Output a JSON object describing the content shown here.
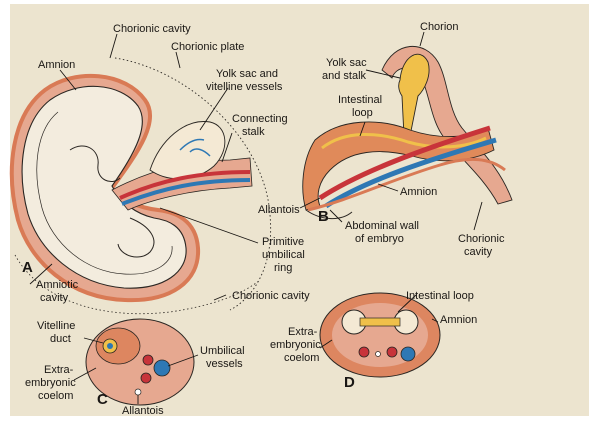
{
  "colors": {
    "page": "#ece4cf",
    "tissue_pink": "#e6a890",
    "tissue_orange": "#dd8660",
    "yolk_yellow": "#f0c04a",
    "artery_red": "#c8343a",
    "vein_blue": "#2e78b4",
    "ink": "#1a1714"
  },
  "panels": {
    "a": "A",
    "b": "B",
    "c": "C",
    "d": "D"
  },
  "labels": {
    "chorionic_cavity_top": "Chorionic cavity",
    "chorionic_plate": "Chorionic plate",
    "amnion_a": "Amnion",
    "yolk_sac_vitelline_1": "Yolk sac and",
    "yolk_sac_vitelline_2": "vitelline vessels",
    "connecting_stalk_1": "Connecting",
    "connecting_stalk_2": "stalk",
    "primitive_ring_1": "Primitive",
    "primitive_ring_2": "umbilical",
    "primitive_ring_3": "ring",
    "amniotic_cavity_1": "Amniotic",
    "amniotic_cavity_2": "cavity",
    "chorionic_cavity_bottom": "Chorionic cavity",
    "chorion": "Chorion",
    "yolk_sac_stalk_1": "Yolk sac",
    "yolk_sac_stalk_2": "and stalk",
    "intestinal_loop_b_1": "Intestinal",
    "intestinal_loop_b_2": "loop",
    "amnion_b": "Amnion",
    "allantois_b": "Allantois",
    "abdominal_wall_1": "Abdominal wall",
    "abdominal_wall_2": "of embryo",
    "chorionic_cavity_b_1": "Chorionic",
    "chorionic_cavity_b_2": "cavity",
    "vitelline_duct_1": "Vitelline",
    "vitelline_duct_2": "duct",
    "umbilical_vessels_1": "Umbilical",
    "umbilical_vessels_2": "vessels",
    "extra_embryonic_c_1": "Extra-",
    "extra_embryonic_c_2": "embryonic",
    "extra_embryonic_c_3": "coelom",
    "allantois_c": "Allantois",
    "intestinal_loop_d": "Intestinal loop",
    "amnion_d": "Amnion",
    "extra_embryonic_d_1": "Extra-",
    "extra_embryonic_d_2": "embryonic",
    "extra_embryonic_d_3": "coelom"
  }
}
